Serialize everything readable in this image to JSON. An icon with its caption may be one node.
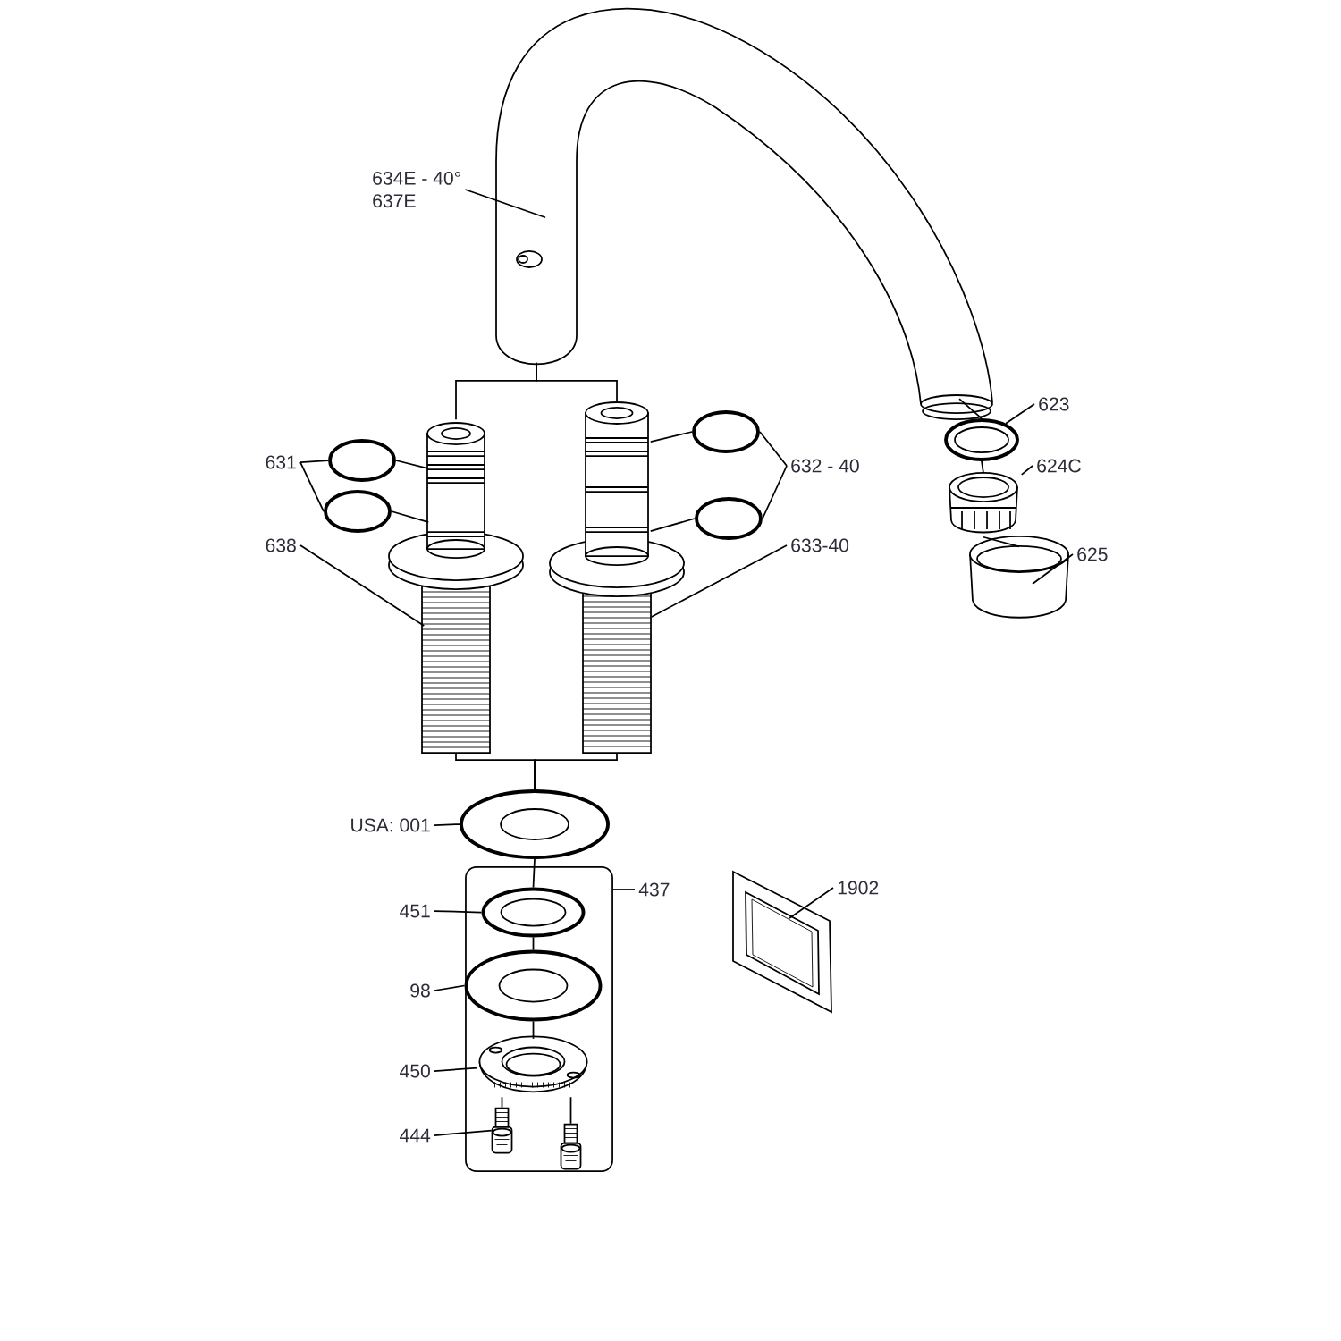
{
  "diagram": {
    "nodes": [
      {
        "text": [
          "634E - 40°",
          "637E"
        ]
      },
      {
        "text": [],
        "shape": "picture"
      },
      {
        "text": [
          "623"
        ]
      },
      {
        "text": [],
        "shape": "circle"
      },
      {
        "text": [
          "624C"
        ]
      },
      {
        "text": [],
        "shape": "picture"
      },
      {
        "text": [
          "625"
        ]
      },
      {
        "text": [],
        "shape": "picture"
      },
      {
        "text": [
          "631"
        ]
      },
      {
        "text": [],
        "shape": "circle"
      },
      {
        "text": [],
        "shape": "circle"
      },
      {
        "text": [
          "632 - 40"
        ]
      },
      {
        "text": [],
        "shape": "circle"
      },
      {
        "text": [],
        "shape": "circle"
      },
      {
        "text": [
          "638"
        ]
      },
      {
        "text": [],
        "shape": "picture"
      },
      {
        "text": [
          "633-40"
        ]
      },
      {
        "text": [],
        "shape": "picture"
      },
      {
        "text": [
          "USA: 001"
        ]
      },
      {
        "text": [],
        "shape": "circle"
      },
      {
        "text": [
          "437"
        ]
      },
      {
        "text": [],
        "shape": "box"
      },
      {
        "text": [
          "451"
        ]
      },
      {
        "text": [],
        "shape": "circle",
        "in": 21
      },
      {
        "text": [
          "98"
        ]
      },
      {
        "text": [],
        "shape": "circle",
        "in": 21
      },
      {
        "text": [
          "450"
        ]
      },
      {
        "text": [],
        "shape": "picture",
        "in": 21
      },
      {
        "text": [
          "444"
        ]
      },
      {
        "text": [],
        "shape": "picture",
        "in": 21
      },
      {
        "text": [],
        "shape": "picture",
        "in": 21
      },
      {
        "text": [
          "1902"
        ]
      },
      {
        "text": [],
        "shape": "picture"
      }
    ],
    "edges": [
      {
        "from": 0,
        "to": 1,
        "arrow": "none"
      },
      {
        "from": 2,
        "to": 3,
        "arrow": "none"
      },
      {
        "from": 4,
        "to": 5,
        "arrow": "none"
      },
      {
        "from": 6,
        "to": 7,
        "arrow": "none"
      },
      {
        "from": 8,
        "to": 9,
        "arrow": "none"
      },
      {
        "from": 8,
        "to": 10,
        "arrow": "none"
      },
      {
        "from": 11,
        "to": 12,
        "arrow": "none"
      },
      {
        "from": 11,
        "to": 13,
        "arrow": "none"
      },
      {
        "from": 14,
        "to": 15,
        "arrow": "none"
      },
      {
        "from": 16,
        "to": 17,
        "arrow": "none"
      },
      {
        "from": 18,
        "to": 19,
        "arrow": "none"
      },
      {
        "from": 20,
        "to": 21,
        "arrow": "none"
      },
      {
        "from": 22,
        "to": 23,
        "arrow": "none"
      },
      {
        "from": 24,
        "to": 25,
        "arrow": "none"
      },
      {
        "from": 26,
        "to": 27,
        "arrow": "none"
      },
      {
        "from": 28,
        "to": 29,
        "arrow": "none"
      },
      {
        "from": 31,
        "to": 32,
        "arrow": "none"
      },
      {
        "from": 1,
        "to": 15,
        "arrow": "none"
      },
      {
        "from": 1,
        "to": 17,
        "arrow": "none"
      },
      {
        "from": 15,
        "to": 19,
        "arrow": "none"
      },
      {
        "from": 17,
        "to": 19,
        "arrow": "none"
      },
      {
        "from": 19,
        "to": 23,
        "arrow": "none"
      },
      {
        "from": 23,
        "to": 25,
        "arrow": "none"
      },
      {
        "from": 25,
        "to": 27,
        "arrow": "none"
      },
      {
        "from": 27,
        "to": 29,
        "arrow": "none"
      },
      {
        "from": 27,
        "to": 30,
        "arrow": "none"
      },
      {
        "from": 9,
        "to": 15,
        "arrow": "none"
      },
      {
        "from": 10,
        "to": 15,
        "arrow": "none"
      },
      {
        "from": 12,
        "to": 17,
        "arrow": "none"
      },
      {
        "from": 13,
        "to": 17,
        "arrow": "none"
      },
      {
        "from": 1,
        "to": 3,
        "arrow": "none"
      },
      {
        "from": 3,
        "to": 5,
        "arrow": "none"
      },
      {
        "from": 5,
        "to": 7,
        "arrow": "none"
      }
    ]
  }
}
